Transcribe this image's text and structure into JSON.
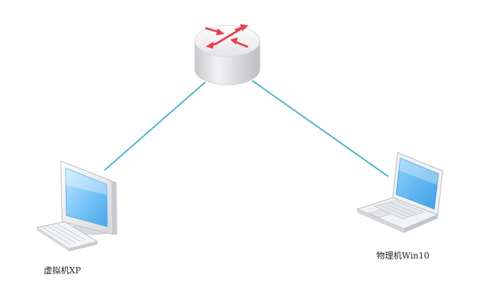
{
  "nodes": {
    "router": {
      "icon": "router-icon",
      "label": ""
    },
    "vm_xp": {
      "icon": "desktop-computer-icon",
      "label": "虚拟机XP"
    },
    "host_win10": {
      "icon": "laptop-icon",
      "label": "物理机Win10"
    }
  },
  "links": [
    {
      "from": "router",
      "to": "vm_xp",
      "color": "#4bb3c4"
    },
    {
      "from": "router",
      "to": "host_win10",
      "color": "#4bb3c4"
    }
  ],
  "colors": {
    "link": "#4bb3c4",
    "router_arrows": "#e8404f",
    "screen_blue": "#6cc0f6"
  }
}
